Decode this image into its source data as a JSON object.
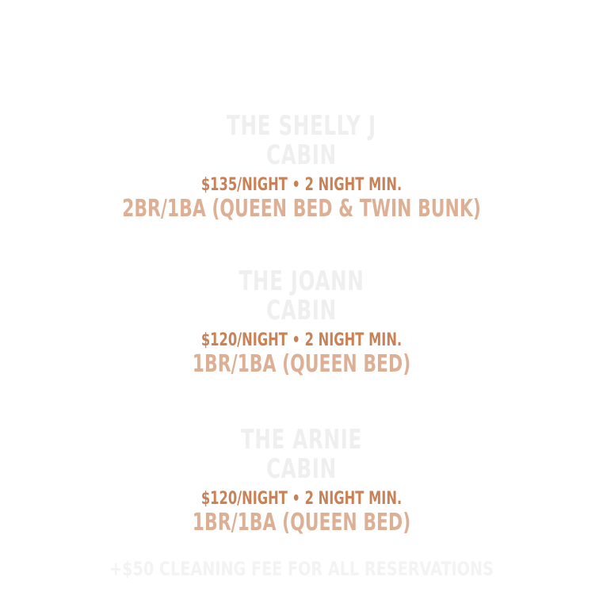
{
  "cabins": [
    {
      "name_line1": "THE SHELLY J",
      "name_line2": "CABIN",
      "price": "$135/NIGHT • 2 NIGHT MIN.",
      "rooms": "2BR/1BA (QUEEN BED & TWIN BUNK)"
    },
    {
      "name_line1": "THE JOANN",
      "name_line2": "CABIN",
      "price": "$120/NIGHT • 2 NIGHT MIN.",
      "rooms": "1BR/1BA (QUEEN BED)"
    },
    {
      "name_line1": "THE ARNIE",
      "name_line2": "CABIN",
      "price": "$120/NIGHT • 2 NIGHT MIN.",
      "rooms": "1BR/1BA (QUEEN BED)"
    }
  ],
  "footer": "+$50 CLEANING FEE FOR ALL RESERVATIONS",
  "colors": {
    "background": "#ffffff",
    "cabin_name": "#efefef",
    "price": "#c98257",
    "rooms": "#ddb095",
    "footer": "#f3f3f3"
  }
}
